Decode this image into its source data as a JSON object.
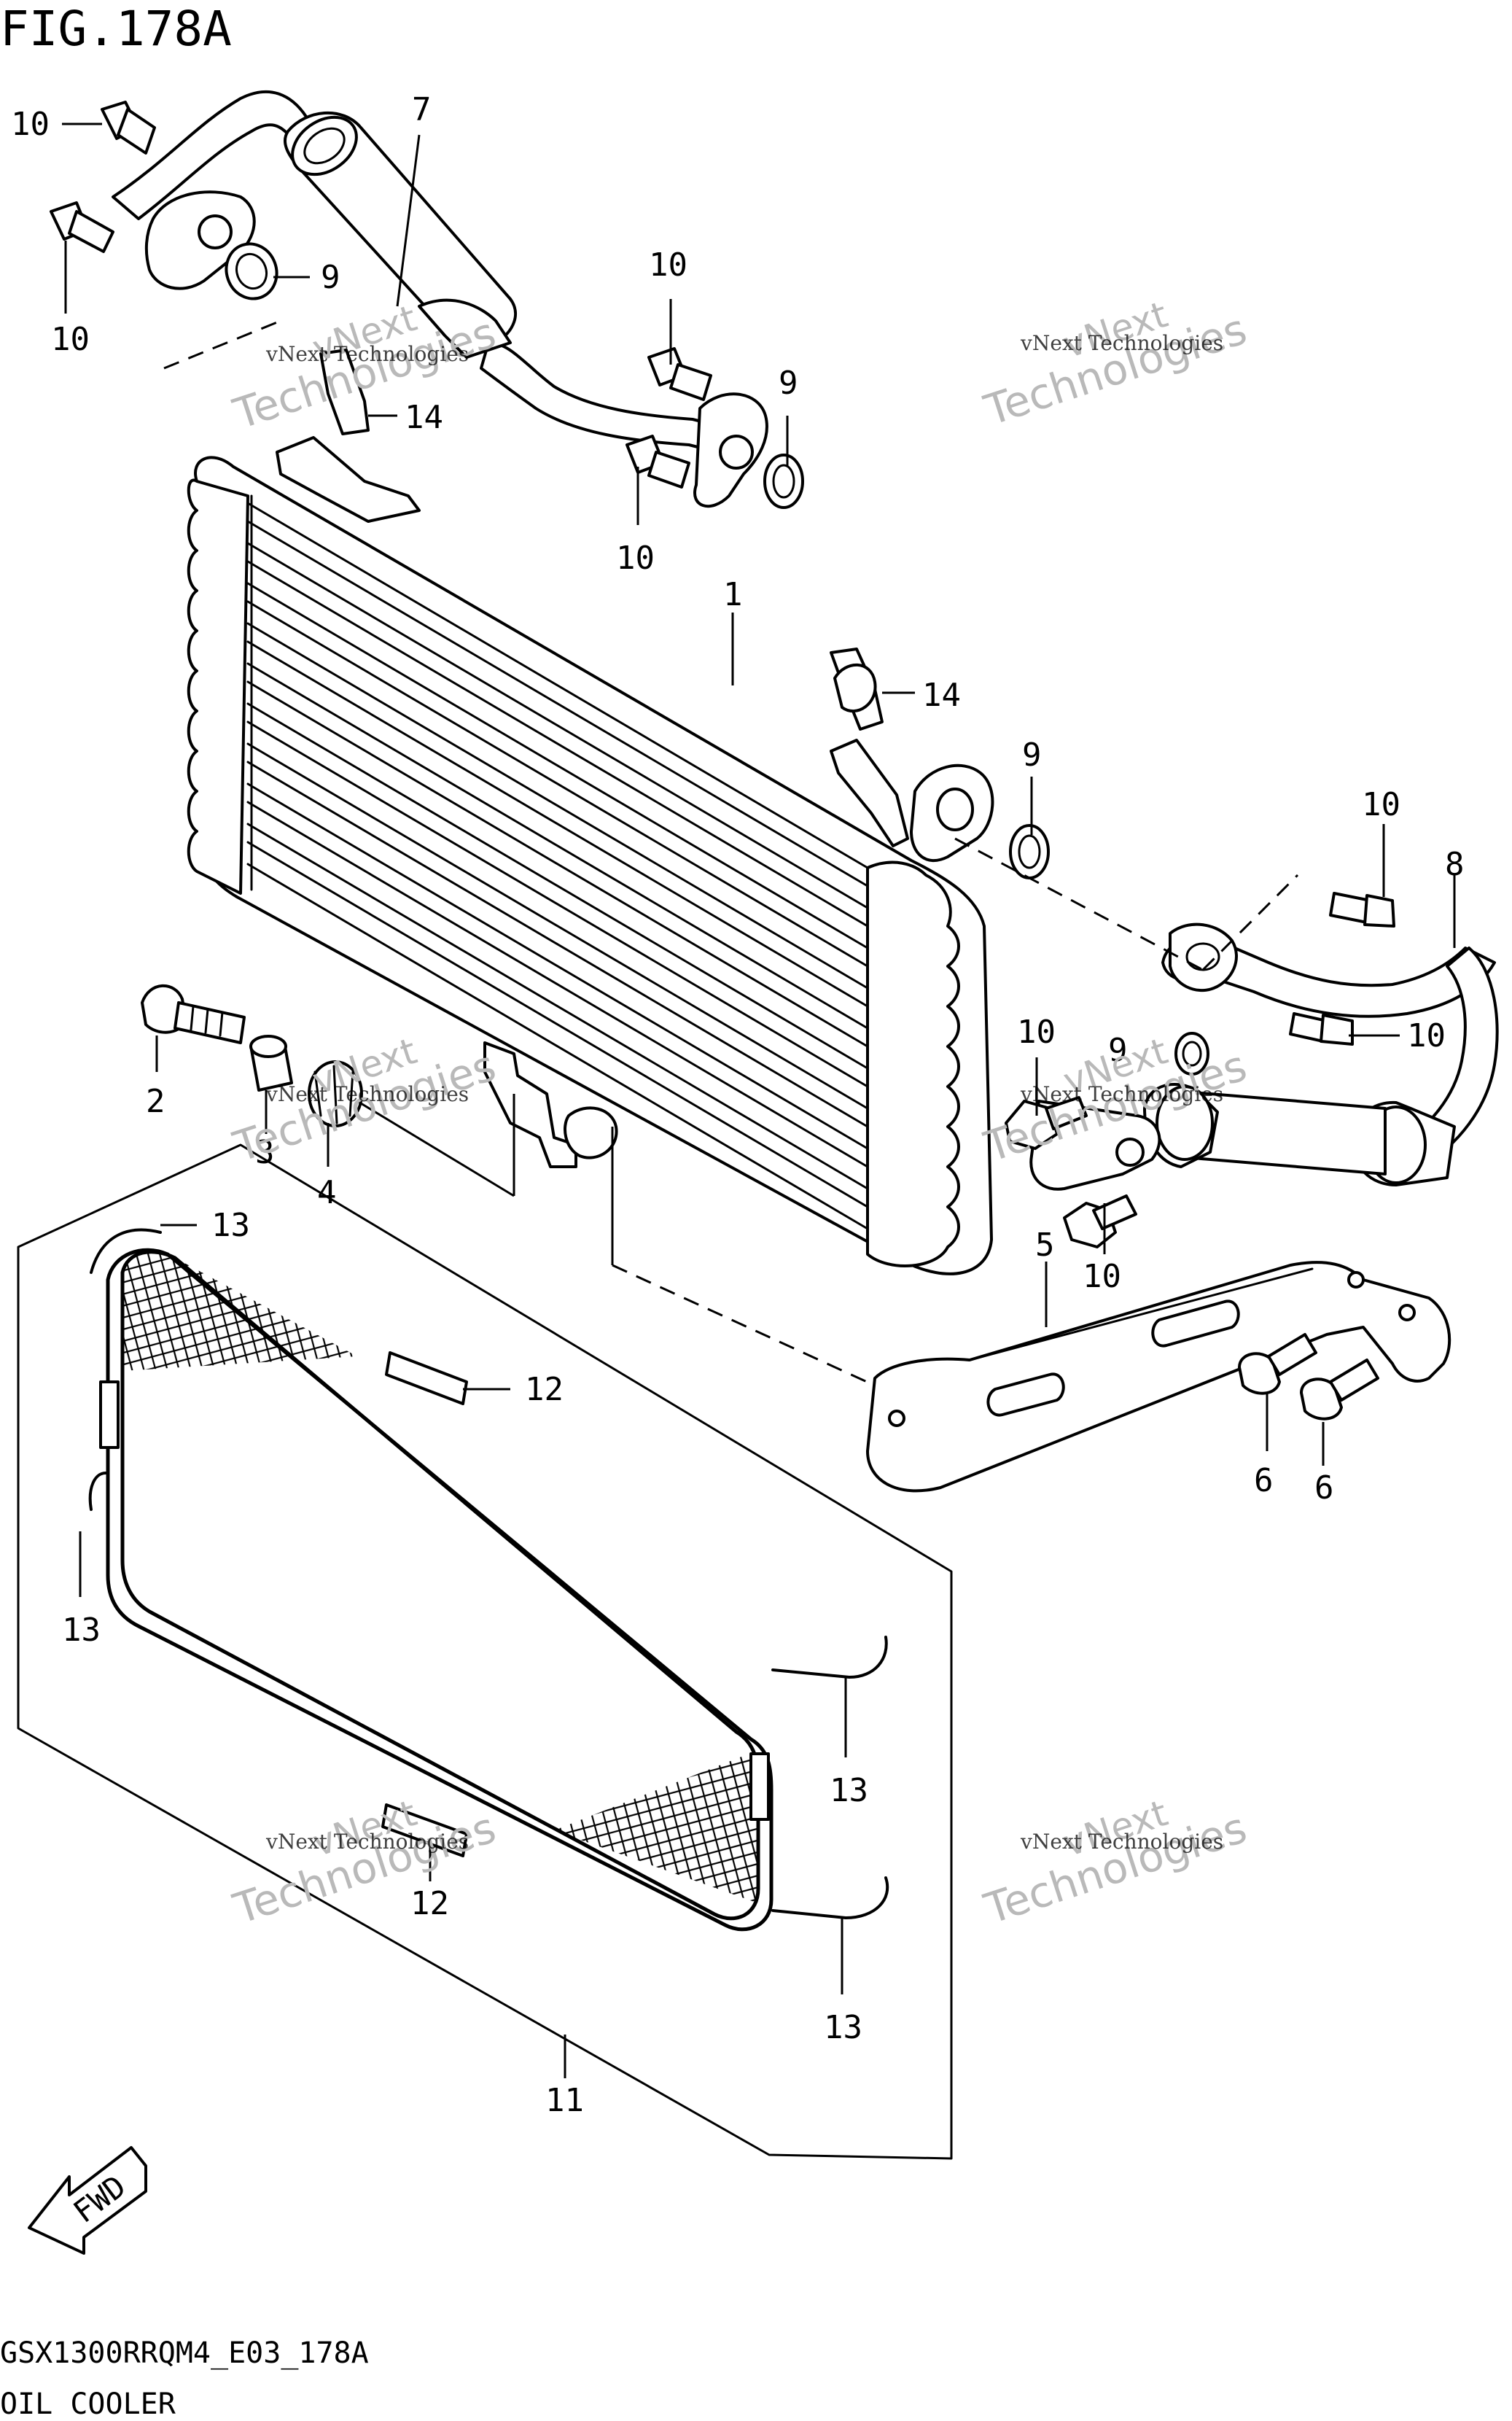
{
  "figure_label": "FIG.178A",
  "model_code": "GSX1300RRQM4_E03_178A",
  "section_title": "OIL COOLER",
  "fwd_label": "FWD",
  "watermark": {
    "line1": "vNext",
    "line2": "Technologies",
    "small": "vNext Technologies"
  },
  "callouts": {
    "c1": "1",
    "c2": "2",
    "c3": "3",
    "c4": "4",
    "c5": "5",
    "c6a": "6",
    "c6b": "6",
    "c7": "7",
    "c8": "8",
    "c9a": "9",
    "c9b": "9",
    "c9c": "9",
    "c9d": "9",
    "c10a": "10",
    "c10b": "10",
    "c10c": "10",
    "c10d": "10",
    "c10e": "10",
    "c10f": "10",
    "c10g": "10",
    "c10h": "10",
    "c11": "11",
    "c12a": "12",
    "c12b": "12",
    "c13a": "13",
    "c13b": "13",
    "c13c": "13",
    "c13d": "13",
    "c14a": "14",
    "c14b": "14"
  }
}
